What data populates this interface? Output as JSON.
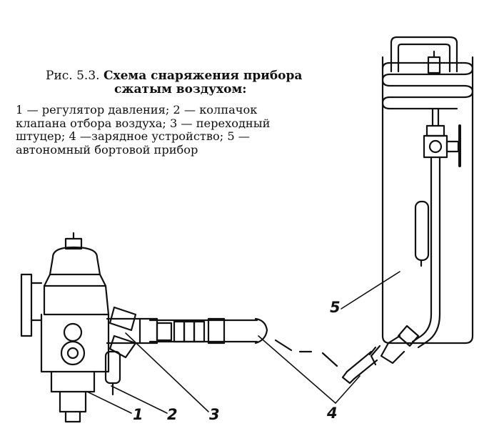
{
  "figure": {
    "caption_prefix": "Рис. 5.3.",
    "caption_title_line1": "Схема снаряжения прибора",
    "caption_title_line2": "сжатым воздухом:",
    "legend_lines": [
      "1 — регулятор давления; 2 — колпачок",
      "клапана отбора воздуха; 3 — переходный",
      "штуцер; 4 —зарядное устройство; 5 —",
      "автономный бортовой прибор"
    ]
  },
  "callouts": {
    "c1": "1",
    "c2": "2",
    "c3": "3",
    "c4": "4",
    "c5": "5"
  }
}
